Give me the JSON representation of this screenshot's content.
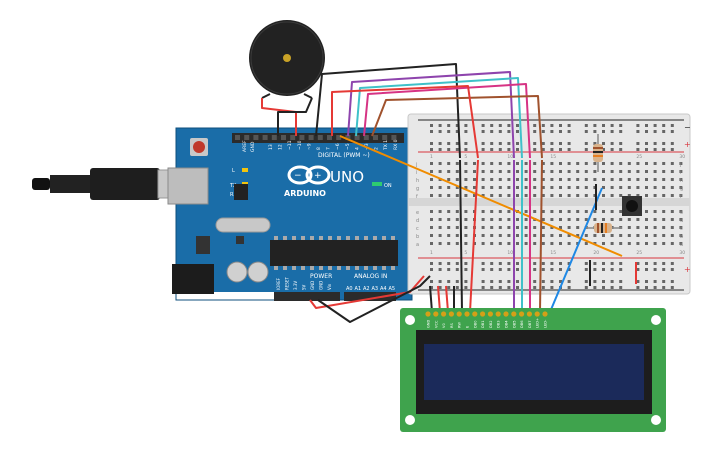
{
  "arduino": {
    "brand": "UNO",
    "logo_text": "ARDUINO",
    "digital_label": "DIGITAL (PWM ~)",
    "power_label": "POWER",
    "analog_label": "ANALOG IN",
    "on_label": "ON",
    "tx_label": "TX",
    "rx_label": "RX",
    "l_label": "L",
    "gnd_label": "GND",
    "aref_label": "AREF",
    "digital_pins": [
      "13",
      "12",
      "~11",
      "~10",
      "~9",
      "8",
      "7",
      "~6",
      "~5",
      "4",
      "~3",
      "2",
      "TX 1",
      "RX 0"
    ],
    "power_pins": [
      "IOREF",
      "RESET",
      "3.3V",
      "5V",
      "GND",
      "GND",
      "Vin"
    ],
    "analog_pins": [
      "A0",
      "A1",
      "A2",
      "A3",
      "A4",
      "A5"
    ],
    "colors": {
      "board": "#1a6da8",
      "board_dark": "#155a8c",
      "silk": "#ffffff",
      "header": "#2b2b2b",
      "usb": "#b8b8b8",
      "chip": "#222222",
      "reset": "#c0392b"
    }
  },
  "breadboard": {
    "column_numbers": [
      "1",
      "5",
      "10",
      "15",
      "20",
      "25",
      "30"
    ],
    "row_letters_top": [
      "j",
      "i",
      "h",
      "g",
      "f"
    ],
    "row_letters_bottom": [
      "e",
      "d",
      "c",
      "b",
      "a"
    ],
    "rail_plus": "+",
    "rail_minus": "−",
    "colors": {
      "body": "#e8e8e8",
      "hole": "#555555",
      "rail_red": "#d9363e",
      "rail_black": "#222222"
    }
  },
  "lcd": {
    "pin_labels": [
      "GND",
      "VCC",
      "V0",
      "RS",
      "RW",
      "E",
      "DB0",
      "DB1",
      "DB2",
      "DB3",
      "DB4",
      "DB5",
      "DB6",
      "DB7",
      "LED+",
      "LED-"
    ],
    "colors": {
      "pcb": "#3fa34d",
      "bezel": "#1d1d1d",
      "screen": "#1b2a5a",
      "pad": "#d4a017"
    }
  },
  "buzzer": {
    "colors": {
      "body": "#222222",
      "center": "#c9a227"
    }
  },
  "components": {
    "resistor_colors": {
      "body": "#d9b38c",
      "band1": "#a0522d",
      "band2": "#222222",
      "band3": "#e67e22"
    },
    "button_colors": {
      "body": "#333333",
      "cap": "#111111"
    }
  },
  "wire_colors": {
    "red": "#e53935",
    "black": "#222222",
    "purple": "#8e44ad",
    "magenta": "#d63384",
    "cyan": "#3fc1c9",
    "brown": "#a0522d",
    "orange": "#f08c00",
    "blue": "#1e88e5"
  }
}
